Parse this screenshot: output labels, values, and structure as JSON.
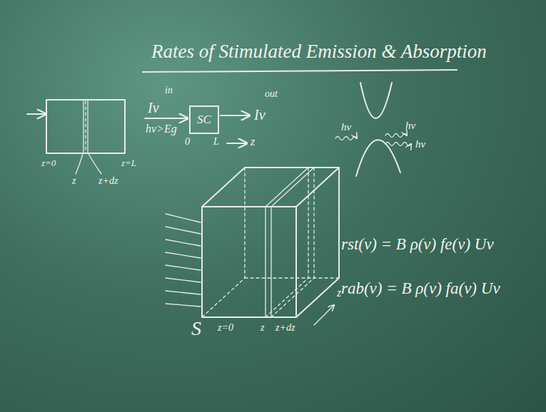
{
  "diagram": {
    "title": "Rates of Stimulated Emission & Absorption",
    "nodes": [
      {
        "text": [
          "SC"
        ]
      }
    ],
    "labels": [
      "in",
      "Iν",
      "hν>Eg",
      "0",
      "L",
      "out",
      "Iν",
      "z",
      "hν",
      "hν",
      "hν",
      "z=0",
      "z",
      "z+dz",
      "z=L",
      "S",
      "z=0",
      "z",
      "z+dz",
      "z",
      "rst(ν) = B ρ(ν) fe(ν) Uν",
      "rab(ν) = B ρ(ν) fa(ν) Uν"
    ]
  }
}
